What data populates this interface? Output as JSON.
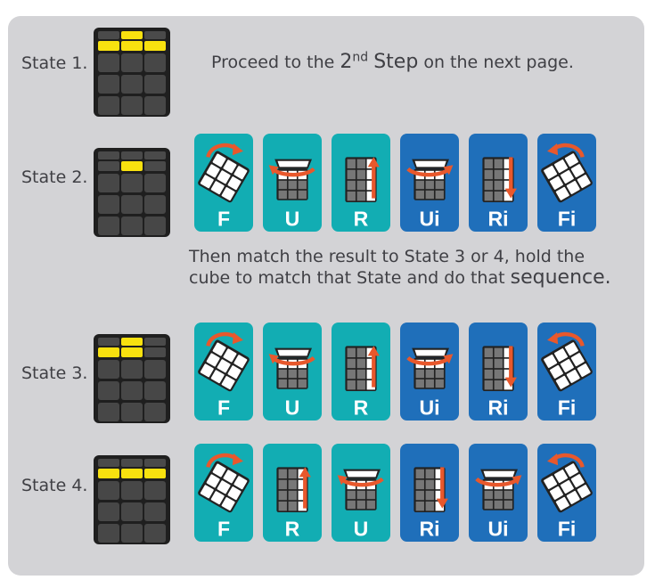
{
  "states": [
    {
      "label": "State 1.",
      "yellow": [
        [
          0,
          1,
          0
        ],
        [
          1,
          1,
          1
        ]
      ]
    },
    {
      "label": "State 2.",
      "yellow": [
        [
          0,
          0,
          0
        ],
        [
          0,
          1,
          0
        ]
      ]
    },
    {
      "label": "State 3.",
      "yellow": [
        [
          0,
          1,
          0
        ],
        [
          1,
          1,
          0
        ]
      ]
    },
    {
      "label": "State 4.",
      "yellow": [
        [
          0,
          0,
          0
        ],
        [
          1,
          1,
          1
        ]
      ]
    }
  ],
  "step_text": {
    "before": "Proceed to the ",
    "number": "2",
    "suffix": "nd",
    "step_word": "Step",
    "after": " on the next page."
  },
  "instruction": {
    "line1": "Then match the result to State 3 or 4, hold the",
    "line2a": "cube to match that State and do that ",
    "line2b": "sequence."
  },
  "sequences": [
    {
      "state": "State 2.",
      "moves": [
        "F",
        "U",
        "R",
        "Ui",
        "Ri",
        "Fi"
      ]
    },
    {
      "state": "State 3.",
      "moves": [
        "F",
        "U",
        "R",
        "Ui",
        "Ri",
        "Fi"
      ]
    },
    {
      "state": "State 4.",
      "moves": [
        "F",
        "R",
        "U",
        "Ri",
        "Ui",
        "Fi"
      ]
    }
  ],
  "colors": {
    "panel": "#d3d3d6",
    "teal_card": "#12adb3",
    "blue_card": "#1f6fba",
    "arrow": "#e8582c",
    "yellow": "#f8e10f",
    "cube_dark": "#3a3a3a"
  }
}
